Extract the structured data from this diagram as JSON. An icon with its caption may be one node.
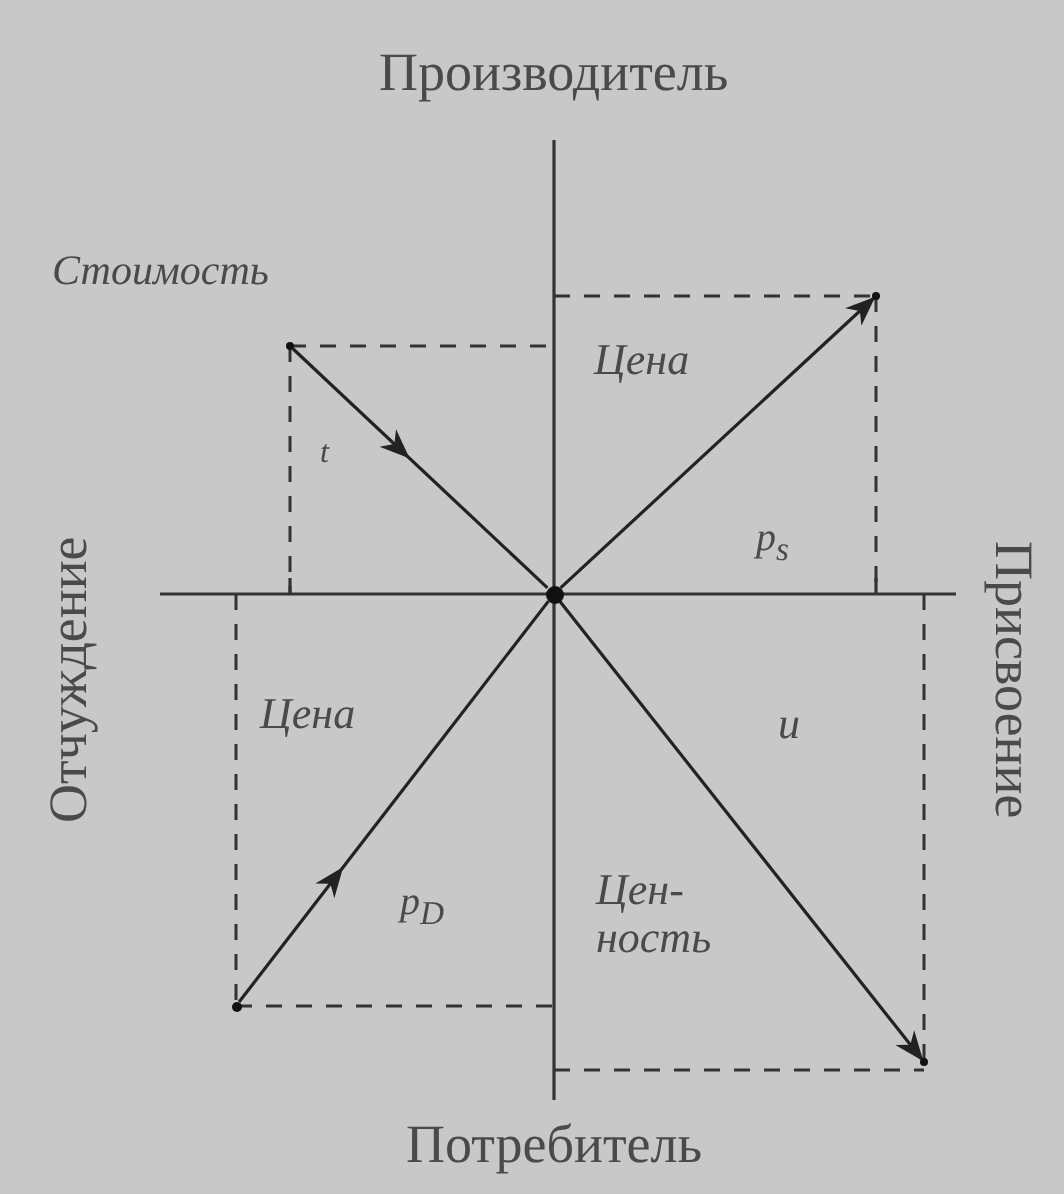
{
  "diagram": {
    "nodes": [
      {
        "text": [],
        "shape": "circle"
      },
      {
        "text": [],
        "shape": "circle"
      },
      {
        "text": [],
        "shape": "circle"
      },
      {
        "text": [],
        "shape": "circle"
      },
      {
        "text": [],
        "shape": "circle"
      }
    ],
    "edges": [
      {
        "from": 0,
        "to": 2,
        "arrow": "to"
      },
      {
        "from": 2,
        "to": 1,
        "arrow": "to"
      },
      {
        "from": 3,
        "to": 2,
        "arrow": "to"
      },
      {
        "from": 2,
        "to": 4,
        "arrow": "to"
      }
    ],
    "labels": [
      "Производитель",
      "Стоимость",
      "Цена",
      "t",
      "Отчуждение",
      "Присвоение",
      "p$_{s}$",
      "Цена",
      "u",
      "p$_{D}$",
      "Цен-ность",
      "Потребитель"
    ]
  }
}
